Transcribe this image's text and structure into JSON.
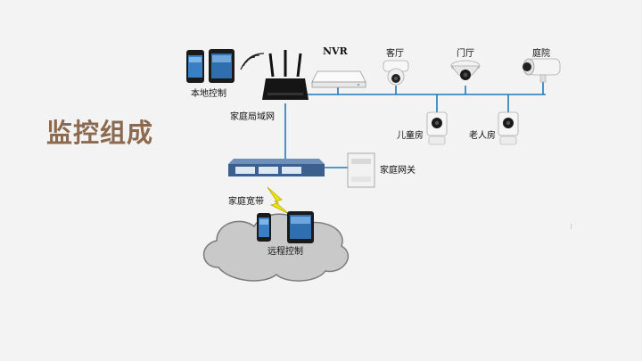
{
  "title": "监控组成",
  "labels": {
    "local_control": "本地控制",
    "home_lan": "家庭局域网",
    "nvr": "NVR",
    "living_room": "客厅",
    "door": "门厅",
    "courtyard": "庭院",
    "kids_room": "儿童房",
    "elder_room": "老人房",
    "home_gateway": "家庭网关",
    "home_broadband": "家庭宽带",
    "remote_control": "远程控制"
  },
  "colors": {
    "background": "#f3f3f3",
    "title": "#8b6a4f",
    "network_line": "#1e7ab8",
    "switch": "#3b5f8f",
    "cloud": "#c9c9c9",
    "lightning": "#f2e600"
  }
}
